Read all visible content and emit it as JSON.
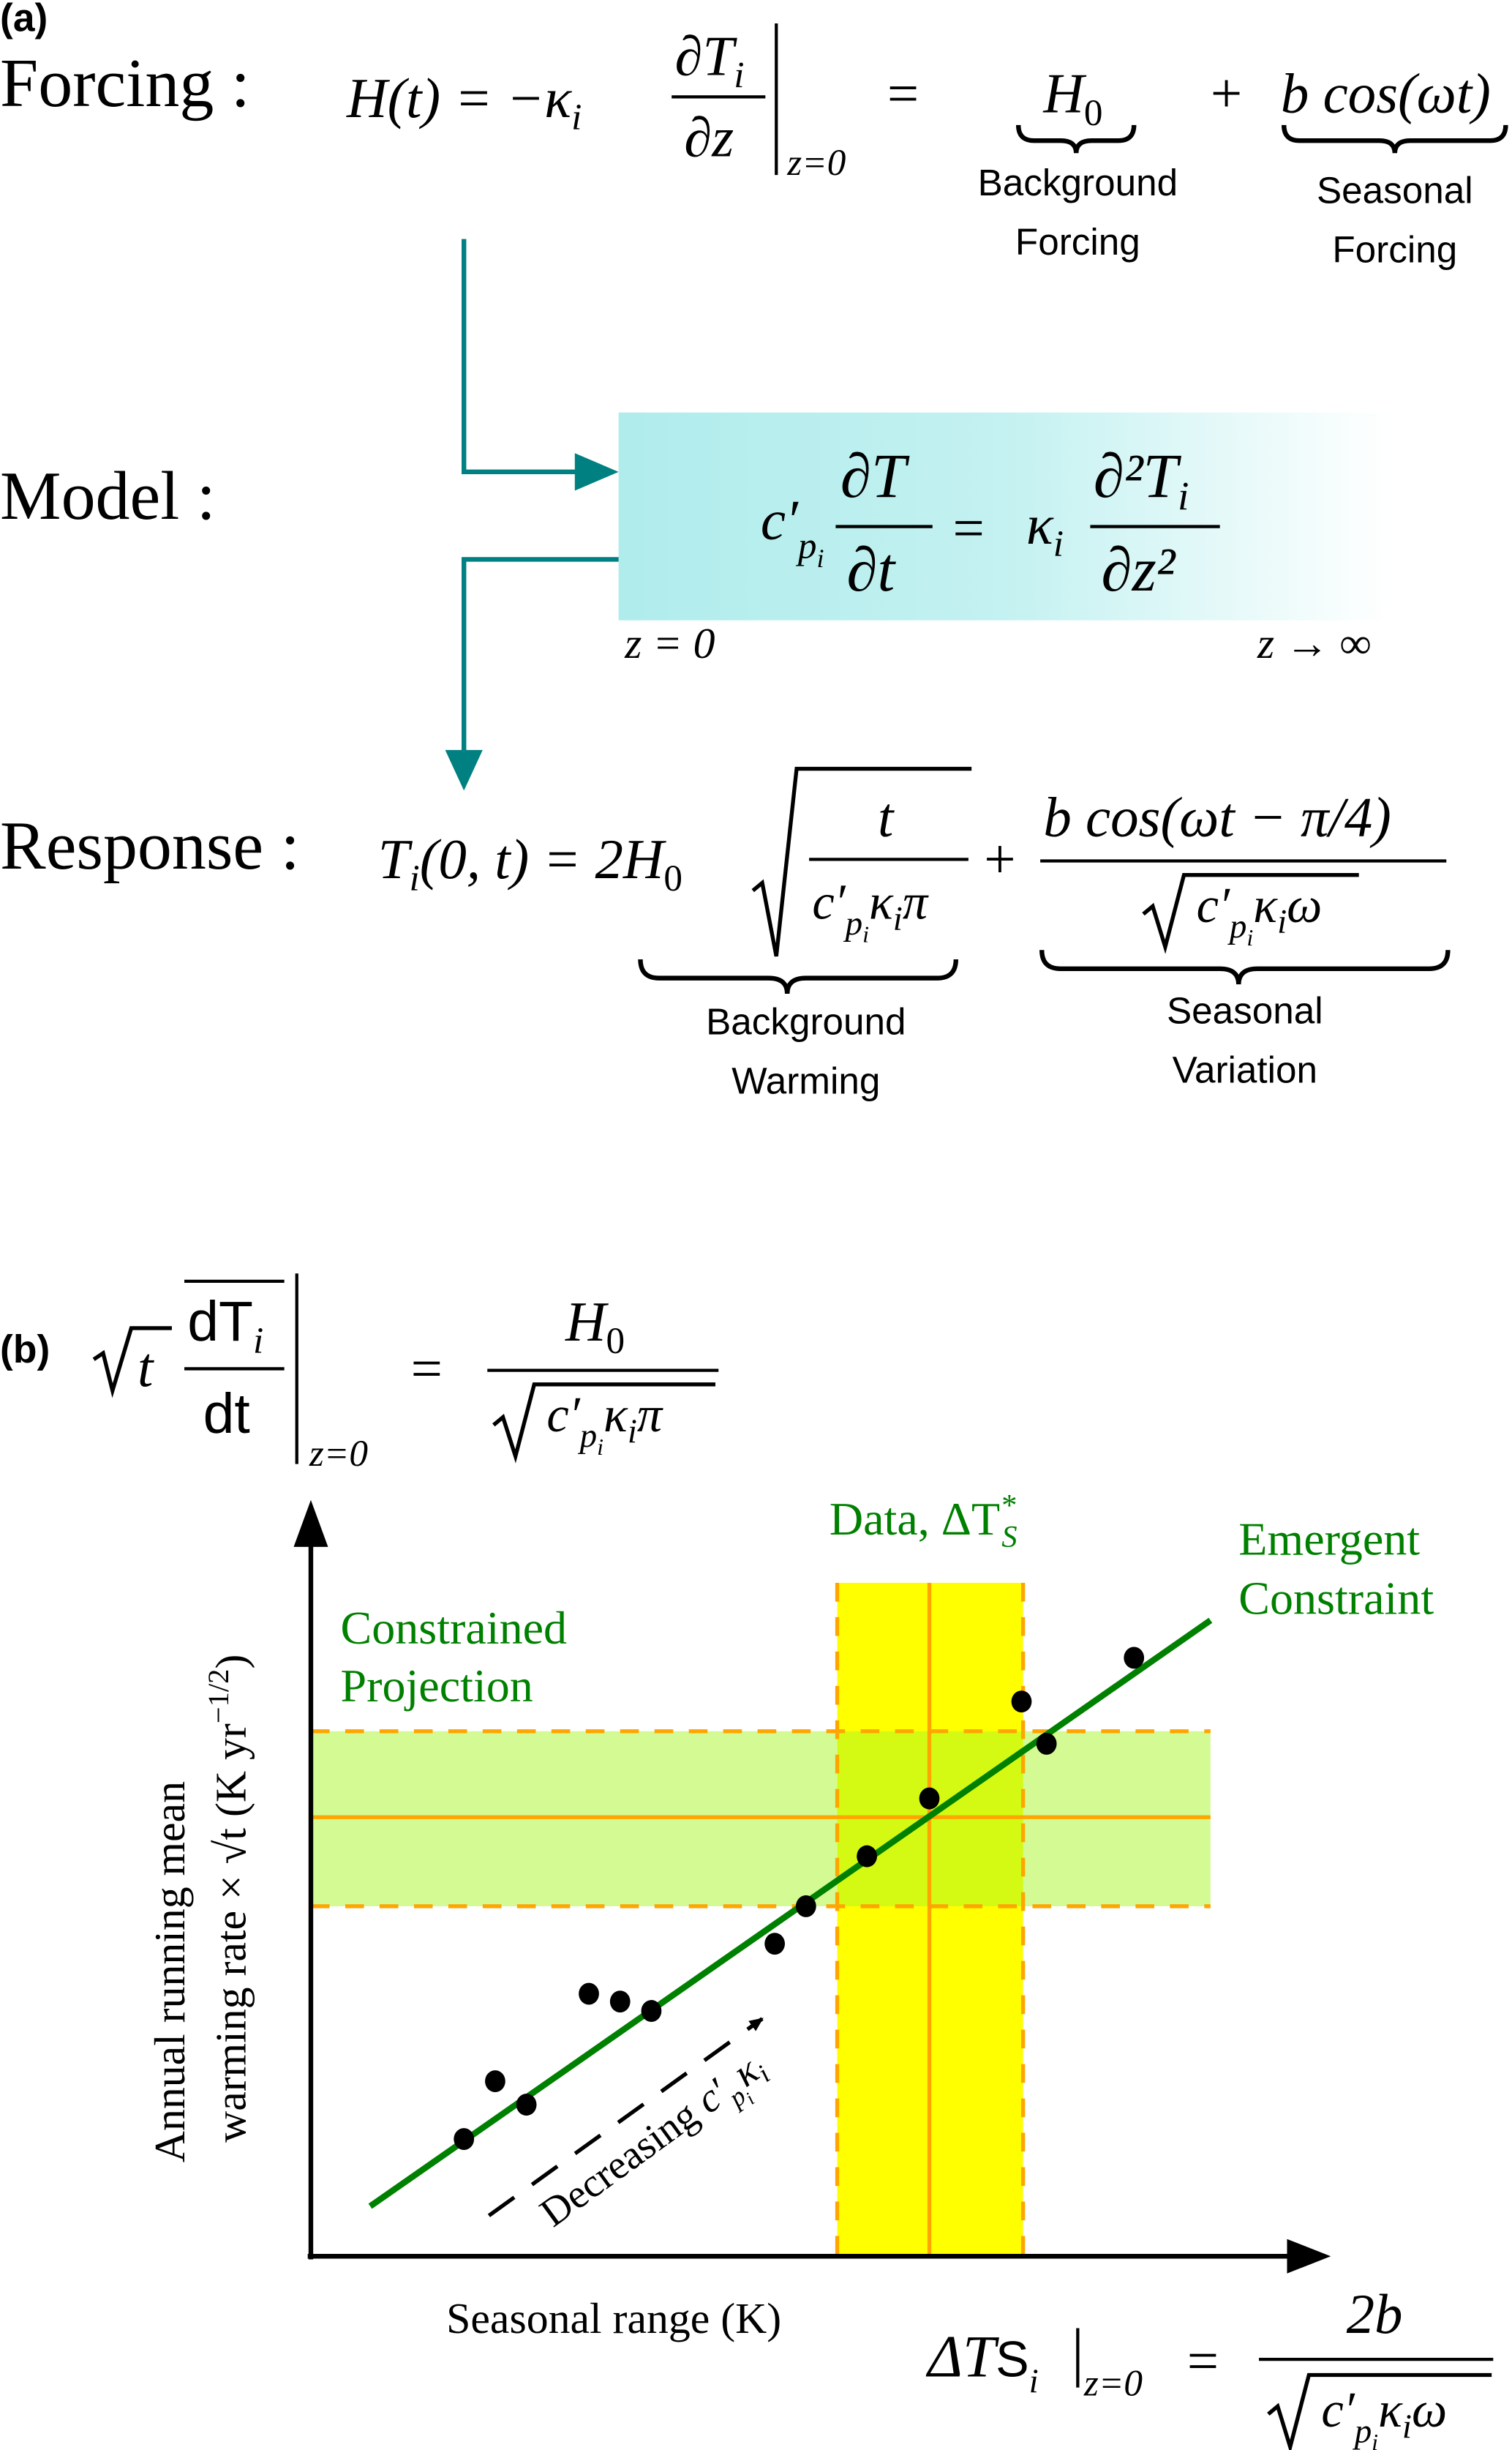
{
  "panel_a": {
    "label": "(a)",
    "forcing": {
      "heading": "Forcing :",
      "lhs": "H(t) = −κ",
      "lhs_sub": "i",
      "num": "∂T",
      "num_sub": "i",
      "den": "∂z",
      "eval_at": "z=0",
      "equals": "=",
      "h0": "H",
      "h0_sub": "0",
      "plus": "+",
      "seasonal_term": "b cos(ωt)",
      "bg_label_1": "Background",
      "bg_label_2": "Forcing",
      "seas_label_1": "Seasonal",
      "seas_label_2": "Forcing"
    },
    "model": {
      "heading": "Model :",
      "c": "c′",
      "c_sub": "p",
      "c_subsub": "i",
      "num1": "∂T",
      "den1": "∂t",
      "equals": "=",
      "kappa": "κ",
      "kappa_sub": "i",
      "num2": "∂²T",
      "num2_sub": "i",
      "den2": "∂z²",
      "left_bound": "z = 0",
      "right_bound": "z → ∞",
      "box_color": "#b0ecec"
    },
    "response": {
      "heading": "Response :",
      "lhs": "T",
      "lhs_sub": "i",
      "lhs_rest": "(0, t) = 2H",
      "h_sub": "0",
      "sqrt_num": "t",
      "sqrt_den": "c′",
      "sqrt_den_sub": "p",
      "sqrt_den_subsub": "i",
      "sqrt_den_rest": "κ",
      "sqrt_den_rest_sub": "i",
      "sqrt_den_pi": "π",
      "plus": "+",
      "seas_num": "b cos(ωt − π/4)",
      "seas_den": "c′",
      "seas_den_sub": "p",
      "seas_den_subsub": "i",
      "seas_den_k": "κ",
      "seas_den_k_sub": "i",
      "seas_den_w": "ω",
      "bg_label_1": "Background",
      "bg_label_2": "Warming",
      "seas_label_1": "Seasonal",
      "seas_label_2": "Variation"
    },
    "arrow_color": "#008080"
  },
  "panel_b": {
    "label": "(b)",
    "equation": {
      "sqrt_t": "t",
      "num": "dT",
      "num_sub": "i",
      "den": "dt",
      "eval_at": "z=0",
      "equals": "=",
      "rhs_num": "H",
      "rhs_num_sub": "0",
      "rhs_den": "c′",
      "rhs_den_sub": "p",
      "rhs_den_subsub": "i",
      "rhs_den_k": "κ",
      "rhs_den_k_sub": "i",
      "rhs_den_pi": "π"
    },
    "chart": {
      "data_label": "Data, ΔT",
      "data_label_sup": "*",
      "data_label_sub": "S",
      "emergent_1": "Emergent",
      "emergent_2": "Constraint",
      "constrained_1": "Constrained",
      "constrained_2": "Projection",
      "decreasing": "Decreasing ",
      "decreasing_c": "c′",
      "decreasing_sub": "p",
      "decreasing_subsub": "i",
      "decreasing_k": "κ",
      "decreasing_k_sub": "i",
      "ylabel_1": "Annual running mean",
      "ylabel_2": "warming rate × √t (K yr",
      "ylabel_2_sup": "−1/2",
      "ylabel_2_end": ")",
      "xlabel": "Seasonal range (K)",
      "line_color": "#008000",
      "band_color": "#d4fa93",
      "data_band_color": "#ffff00",
      "dash_color": "#ffa500"
    },
    "bottom_equation": {
      "lhs": "ΔT",
      "lhs_s": "S",
      "lhs_sub": "i",
      "eval_at": "z=0",
      "equals": "=",
      "num": "2b",
      "den_c": "c′",
      "den_sub": "p",
      "den_subsub": "i",
      "den_k": "κ",
      "den_k_sub": "i",
      "den_w": "ω"
    }
  }
}
